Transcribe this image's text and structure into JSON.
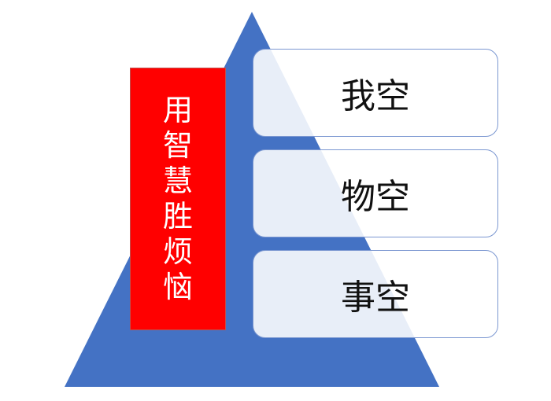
{
  "colors": {
    "triangle": "#4472c4",
    "left_box": "#ff0000",
    "box_border": "#7b97d1"
  },
  "left_label": [
    "用",
    "智",
    "慧",
    "胜",
    "烦",
    "恼"
  ],
  "levels": [
    {
      "label": "我空"
    },
    {
      "label": "物空"
    },
    {
      "label": "事空"
    }
  ]
}
